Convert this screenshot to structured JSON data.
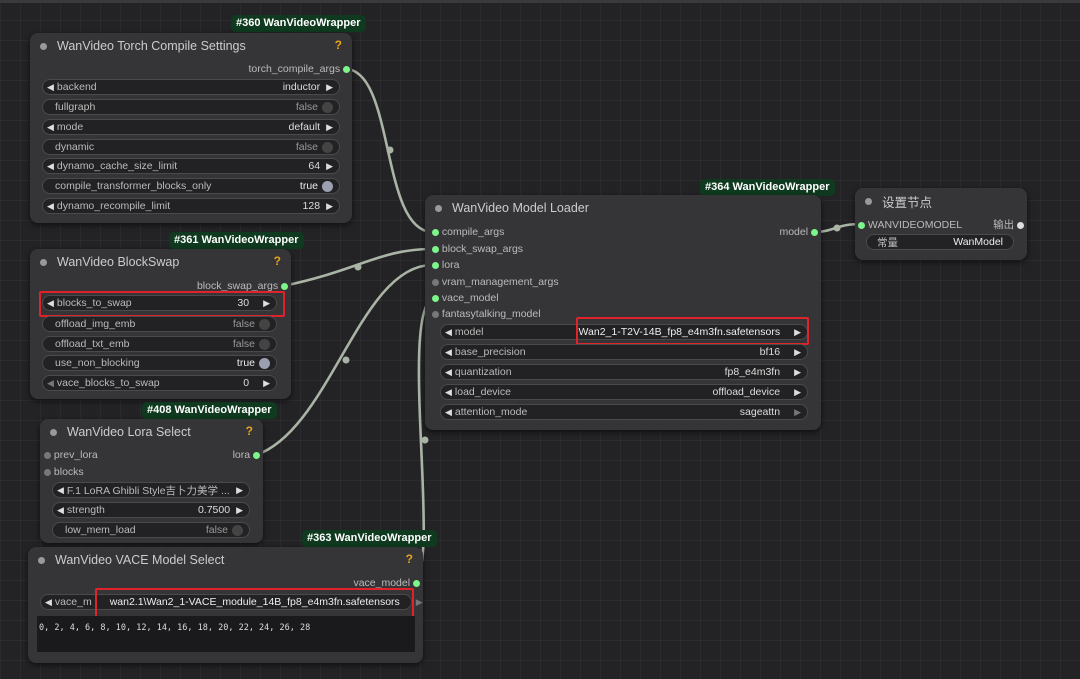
{
  "nodes": {
    "compile": {
      "badge": "#360 WanVideoWrapper",
      "title": "WanVideo Torch Compile Settings",
      "help": "?",
      "output": "torch_compile_args",
      "widgets": [
        {
          "label": "backend",
          "value": "inductor",
          "kind": "combo"
        },
        {
          "label": "fullgraph",
          "value": "false",
          "kind": "toggle",
          "on": false
        },
        {
          "label": "mode",
          "value": "default",
          "kind": "combo"
        },
        {
          "label": "dynamic",
          "value": "false",
          "kind": "toggle",
          "on": false
        },
        {
          "label": "dynamo_cache_size_limit",
          "value": "64",
          "kind": "number"
        },
        {
          "label": "compile_transformer_blocks_only",
          "value": "true",
          "kind": "toggle",
          "on": true
        },
        {
          "label": "dynamo_recompile_limit",
          "value": "128",
          "kind": "number"
        }
      ]
    },
    "blockswap": {
      "badge": "#361 WanVideoWrapper",
      "title": "WanVideo BlockSwap",
      "help": "?",
      "output": "block_swap_args",
      "widgets": [
        {
          "label": "blocks_to_swap",
          "value": "30",
          "kind": "number"
        },
        {
          "label": "offload_img_emb",
          "value": "false",
          "kind": "toggle",
          "on": false
        },
        {
          "label": "offload_txt_emb",
          "value": "false",
          "kind": "toggle",
          "on": false
        },
        {
          "label": "use_non_blocking",
          "value": "true",
          "kind": "toggle",
          "on": true
        },
        {
          "label": "vace_blocks_to_swap",
          "value": "0",
          "kind": "number"
        }
      ]
    },
    "lora": {
      "badge": "#408 WanVideoWrapper",
      "title": "WanVideo Lora Select",
      "help": "?",
      "inputs": [
        "prev_lora",
        "blocks"
      ],
      "output": "lora",
      "widgets": [
        {
          "label": "",
          "value": "F.1 LoRA Ghibli Style吉卜力美学 ...",
          "kind": "combo"
        },
        {
          "label": "strength",
          "value": "0.7500",
          "kind": "number"
        },
        {
          "label": "low_mem_load",
          "value": "false",
          "kind": "toggle",
          "on": false
        }
      ]
    },
    "vace": {
      "badge": "#363 WanVideoWrapper",
      "title": "WanVideo VACE Model Select",
      "help": "?",
      "output": "vace_model",
      "widget_label": "vace_m",
      "widget_value": "wan2.1\\Wan2_1-VACE_module_14B_fp8_e4m3fn.safetensors",
      "text": "0, 2, 4, 6, 8, 10, 12, 14, 16, 18, 20, 22, 24, 26, 28"
    },
    "loader": {
      "badge": "#364 WanVideoWrapper",
      "title": "WanVideo Model Loader",
      "inputs": [
        "compile_args",
        "block_swap_args",
        "lora",
        "vram_management_args",
        "vace_model",
        "fantasytalking_model"
      ],
      "output": "model",
      "widgets": [
        {
          "label": "model",
          "value": "Wan2_1-T2V-14B_fp8_e4m3fn.safetensors"
        },
        {
          "label": "base_precision",
          "value": "bf16"
        },
        {
          "label": "quantization",
          "value": "fp8_e4m3fn"
        },
        {
          "label": "load_device",
          "value": "offload_device"
        },
        {
          "label": "attention_mode",
          "value": "sageattn"
        }
      ]
    },
    "setnode": {
      "title": "设置节点",
      "input": "WANVIDEOMODEL",
      "output": "输出",
      "widget_label": "常量",
      "widget_value": "WanModel"
    }
  },
  "colors": {
    "link": "#a9b4a5",
    "active_socket": "#7cf58a",
    "badge_bg": "#0f3a1f",
    "highlight": "#e0232a",
    "help": "#e8a317"
  }
}
